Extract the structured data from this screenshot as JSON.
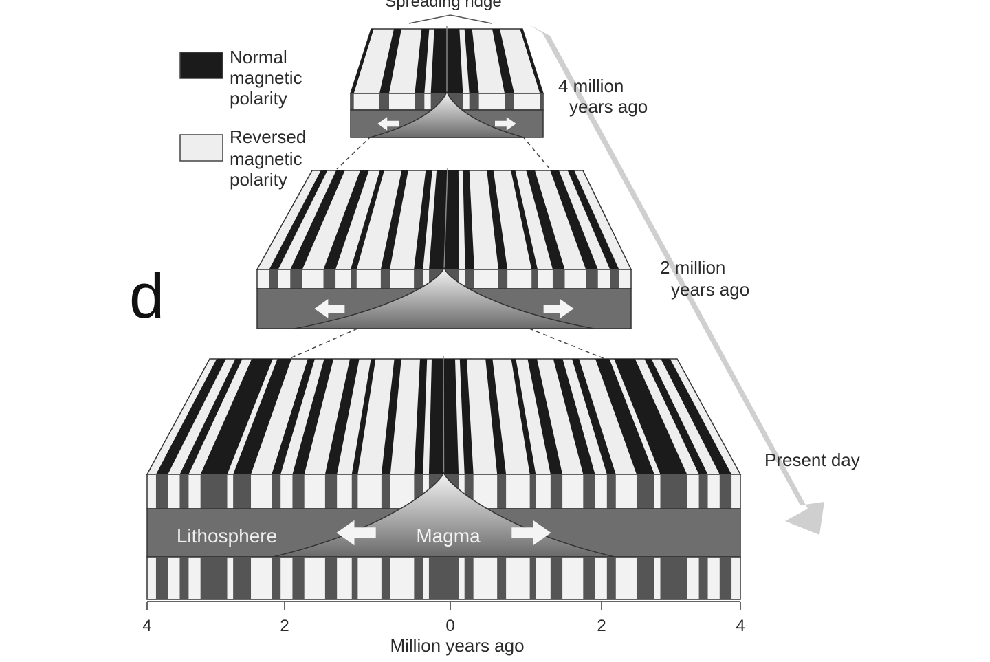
{
  "header_label": "Spreading ridge",
  "panel_letter": "d",
  "legend": {
    "normal": [
      "Normal",
      "magnetic",
      "polarity"
    ],
    "reversed": [
      "Reversed",
      "magnetic",
      "polarity"
    ]
  },
  "timeline": {
    "stage_top": [
      "4 million",
      "years ago"
    ],
    "stage_middle": [
      "2 million",
      "years ago"
    ],
    "stage_bottom": "Present day"
  },
  "section_labels": {
    "lithosphere": "Lithosphere",
    "magma": "Magma"
  },
  "axis": {
    "ticks": [
      "4",
      "2",
      "0",
      "2",
      "4"
    ],
    "title": "Million years ago"
  },
  "colors": {
    "normal": "#1b1b1b",
    "reversed": "#eeeeee",
    "lithosphere": "#6e6e6e",
    "side_dark": "#555555",
    "side_light": "#f2f2f2",
    "arrow_gray": "#cfcfcf"
  },
  "stripe_pattern_one_side": [
    {
      "from": 0.0,
      "to": 0.05,
      "type": "normal"
    },
    {
      "from": 0.05,
      "to": 0.07,
      "type": "reversed"
    },
    {
      "from": 0.07,
      "to": 0.1,
      "type": "normal"
    },
    {
      "from": 0.1,
      "to": 0.18,
      "type": "reversed"
    },
    {
      "from": 0.18,
      "to": 0.21,
      "type": "normal"
    },
    {
      "from": 0.21,
      "to": 0.29,
      "type": "reversed"
    },
    {
      "from": 0.29,
      "to": 0.31,
      "type": "normal"
    },
    {
      "from": 0.31,
      "to": 0.36,
      "type": "reversed"
    },
    {
      "from": 0.36,
      "to": 0.4,
      "type": "normal"
    },
    {
      "from": 0.4,
      "to": 0.47,
      "type": "reversed"
    },
    {
      "from": 0.47,
      "to": 0.51,
      "type": "normal"
    },
    {
      "from": 0.51,
      "to": 0.55,
      "type": "reversed"
    },
    {
      "from": 0.55,
      "to": 0.58,
      "type": "normal"
    },
    {
      "from": 0.58,
      "to": 0.65,
      "type": "reversed"
    },
    {
      "from": 0.65,
      "to": 0.71,
      "type": "normal"
    },
    {
      "from": 0.71,
      "to": 0.73,
      "type": "reversed"
    },
    {
      "from": 0.73,
      "to": 0.82,
      "type": "normal"
    },
    {
      "from": 0.82,
      "to": 0.86,
      "type": "reversed"
    },
    {
      "from": 0.86,
      "to": 0.89,
      "type": "normal"
    },
    {
      "from": 0.89,
      "to": 0.93,
      "type": "reversed"
    },
    {
      "from": 0.93,
      "to": 0.97,
      "type": "normal"
    },
    {
      "from": 0.97,
      "to": 1.0,
      "type": "reversed"
    }
  ]
}
